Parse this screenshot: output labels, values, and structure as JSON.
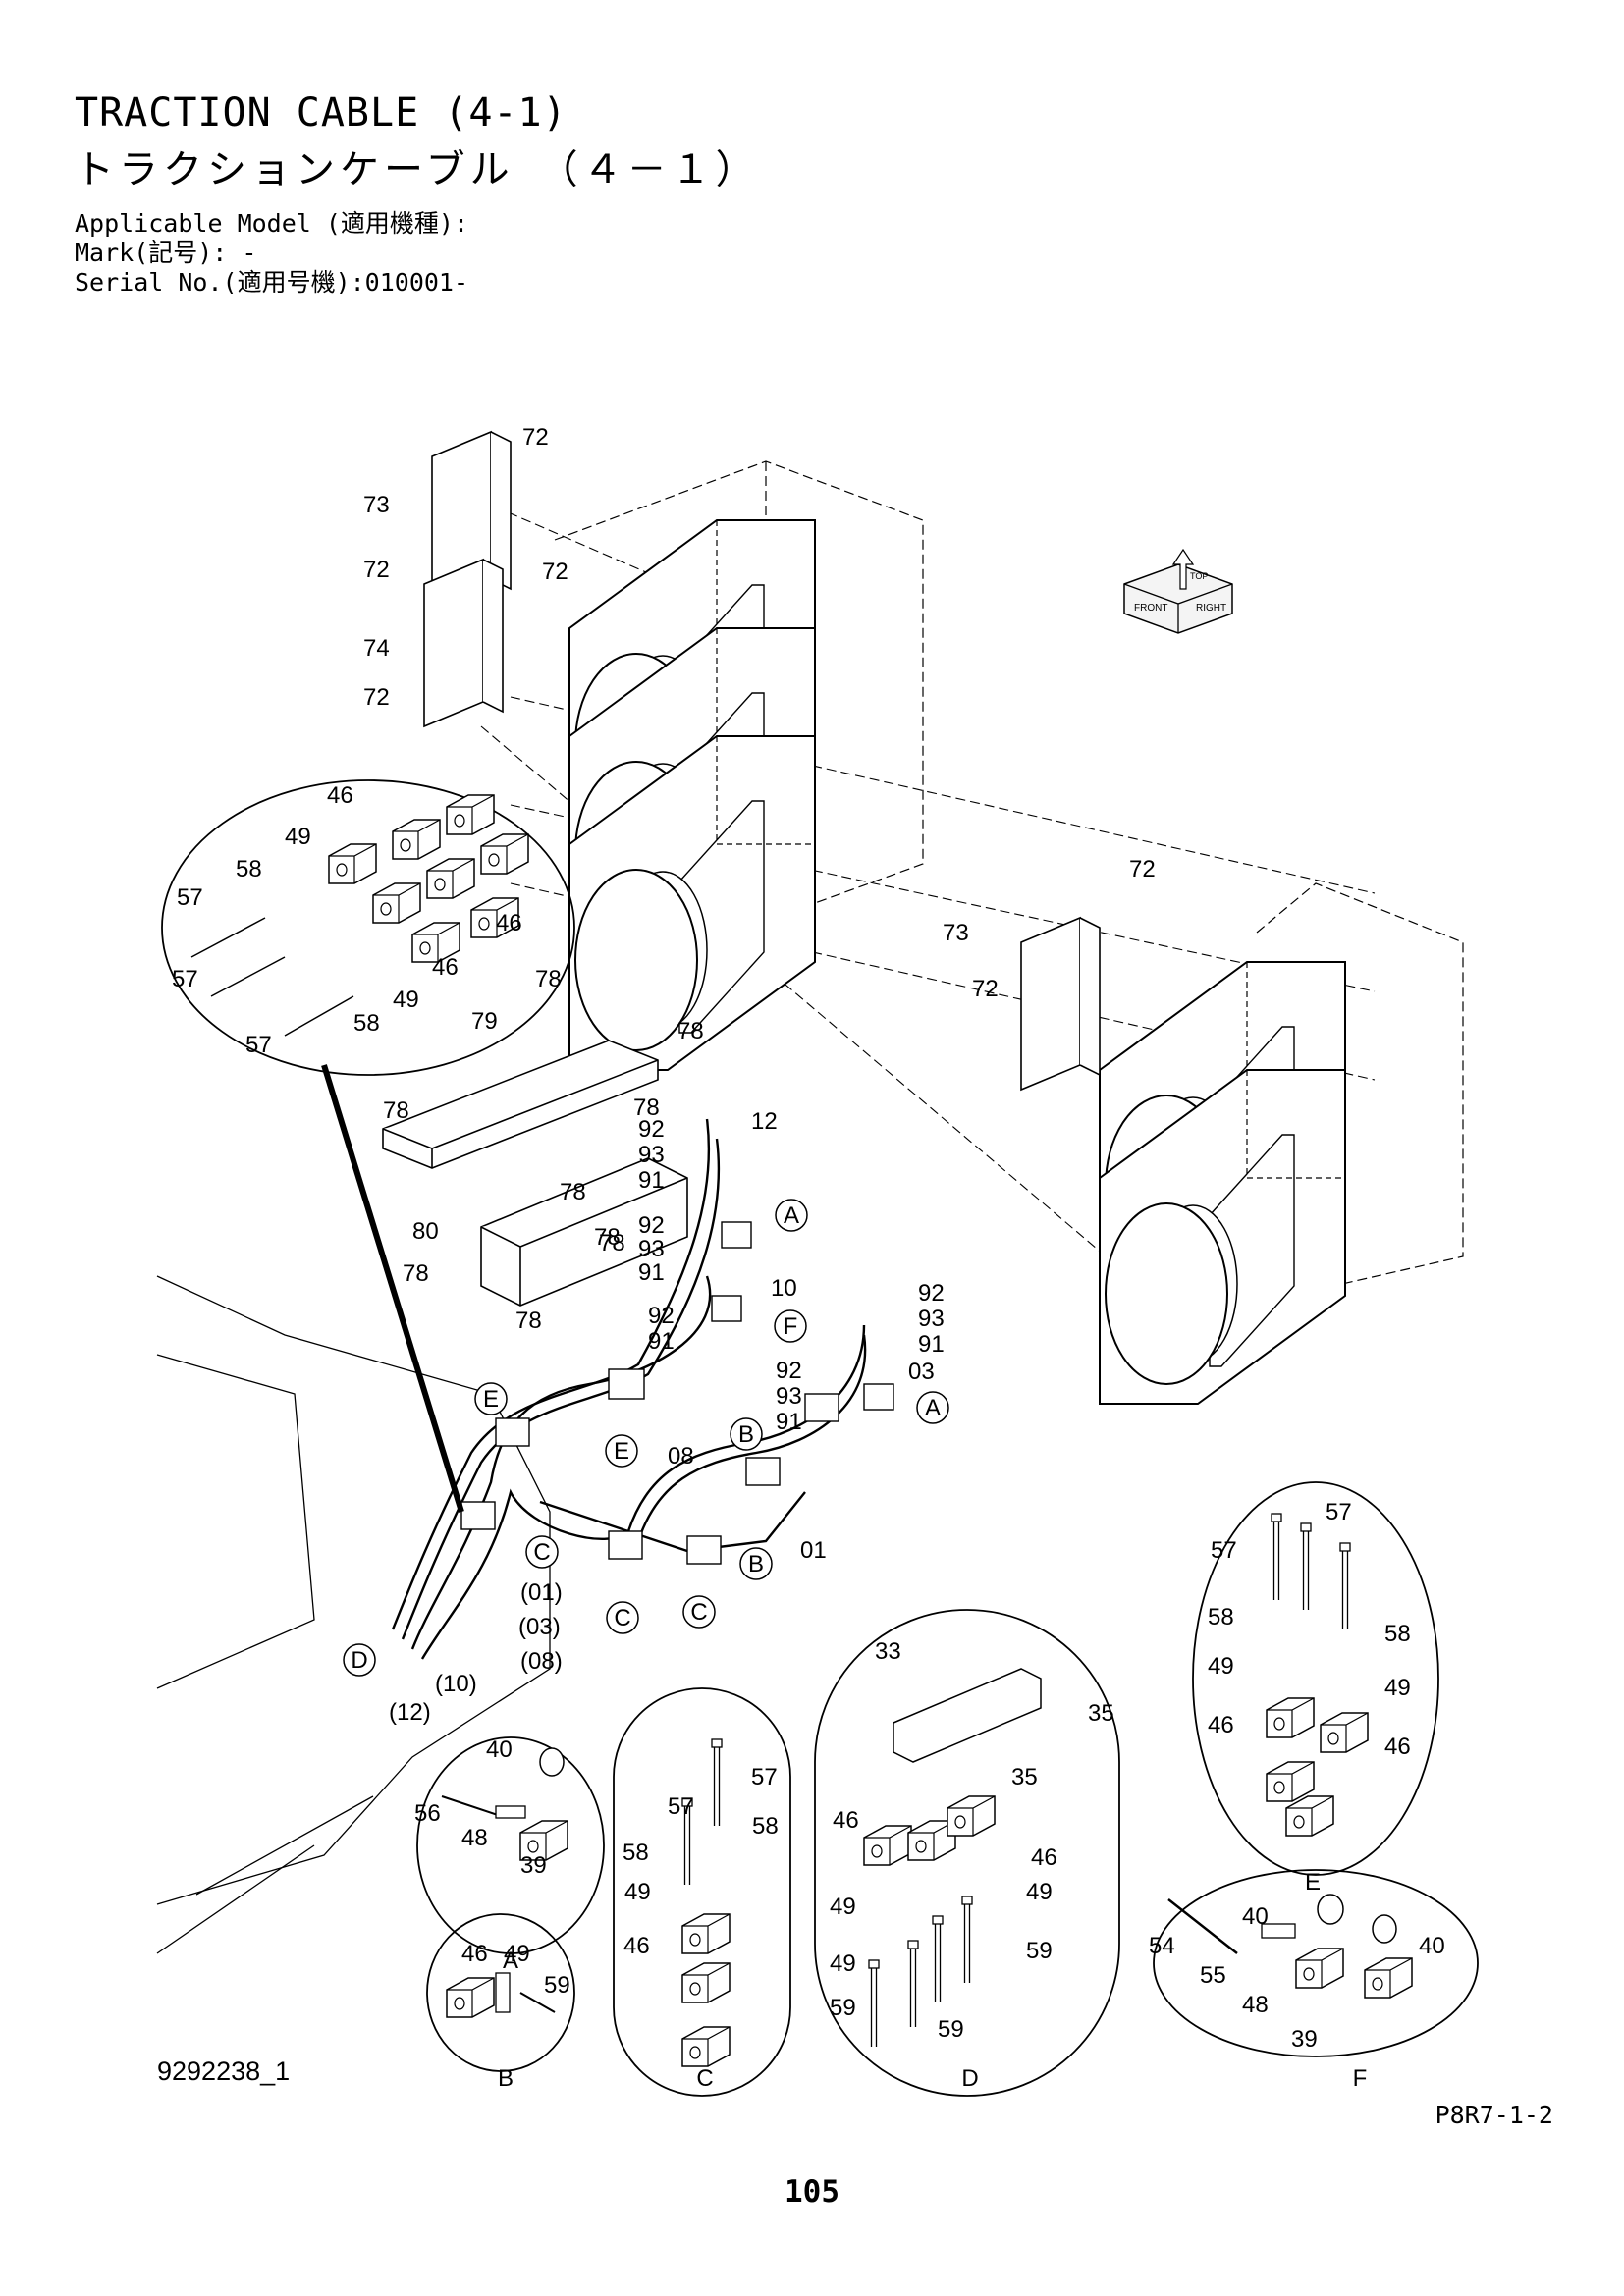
{
  "header": {
    "title_en": "TRACTION CABLE (4-1)",
    "title_jp": "トラクションケーブル　（４－１）",
    "applicable_model": "Applicable Model (適用機種):",
    "mark": "Mark(記号): -",
    "serial": "Serial No.(適用号機):010001-"
  },
  "compass": {
    "front": "FRONT",
    "top": "TOP",
    "right": "RIGHT"
  },
  "callouts": {
    "main": [
      "72",
      "73",
      "72",
      "72",
      "74",
      "72",
      "72",
      "73",
      "72",
      "79",
      "78",
      "78",
      "78",
      "78",
      "78",
      "78",
      "80",
      "78",
      "78",
      "78",
      "12",
      "92",
      "93",
      "91",
      "92",
      "93",
      "91",
      "92",
      "91",
      "10",
      "08",
      "92",
      "93",
      "91",
      "92",
      "93",
      "91",
      "03",
      "01",
      "(01)",
      "(03)",
      "(08)",
      "(10)",
      "(12)"
    ],
    "detail_left": [
      "46",
      "49",
      "58",
      "57",
      "46",
      "57",
      "46",
      "49",
      "58",
      "57"
    ],
    "detail_A": [
      "40",
      "56",
      "48",
      "39"
    ],
    "detail_B": [
      "46",
      "49",
      "59"
    ],
    "detail_C": [
      "57",
      "57",
      "58",
      "58",
      "49",
      "46"
    ],
    "detail_D": [
      "33",
      "35",
      "35",
      "46",
      "46",
      "49",
      "49",
      "49",
      "59",
      "59",
      "59"
    ],
    "detail_E": [
      "57",
      "57",
      "58",
      "58",
      "49",
      "49",
      "46",
      "46"
    ],
    "detail_F": [
      "54",
      "40",
      "40",
      "55",
      "48",
      "39"
    ]
  },
  "view_markers": {
    "A": "A",
    "B": "B",
    "C": "C",
    "D": "D",
    "E": "E",
    "F": "F"
  },
  "footer": {
    "figure_no": "9292238_1",
    "page": "105",
    "code": "P8R7-1-2"
  }
}
